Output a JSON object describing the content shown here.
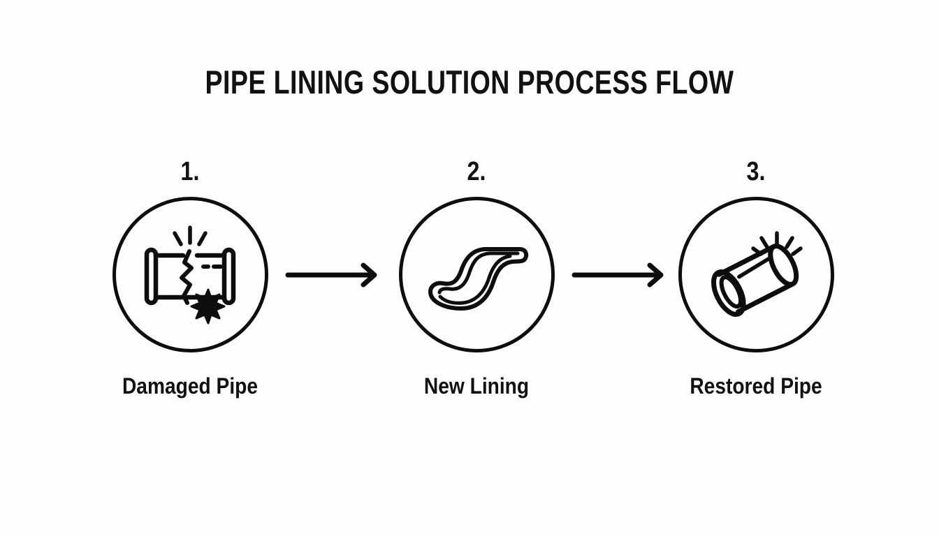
{
  "page": {
    "background_color": "#fdfdfd",
    "ink_color": "#0d0d0d"
  },
  "header": {
    "title": "PIPE LINING SOLUTION PROCESS FLOW"
  },
  "diagram": {
    "type": "process-flow",
    "orientation": "horizontal",
    "step_count": 3,
    "steps": [
      {
        "number": "1.",
        "label": "Damaged Pipe",
        "icon": "damaged-pipe-icon"
      },
      {
        "number": "2.",
        "label": "New Lining",
        "icon": "liner-sleeve-icon"
      },
      {
        "number": "3.",
        "label": "Restored Pipe",
        "icon": "restored-pipe-icon"
      }
    ],
    "connectors": [
      {
        "icon": "arrow-right-icon",
        "from": "Damaged Pipe",
        "to": "New Lining"
      },
      {
        "icon": "arrow-right-icon",
        "from": "New Lining",
        "to": "Restored Pipe"
      }
    ]
  }
}
